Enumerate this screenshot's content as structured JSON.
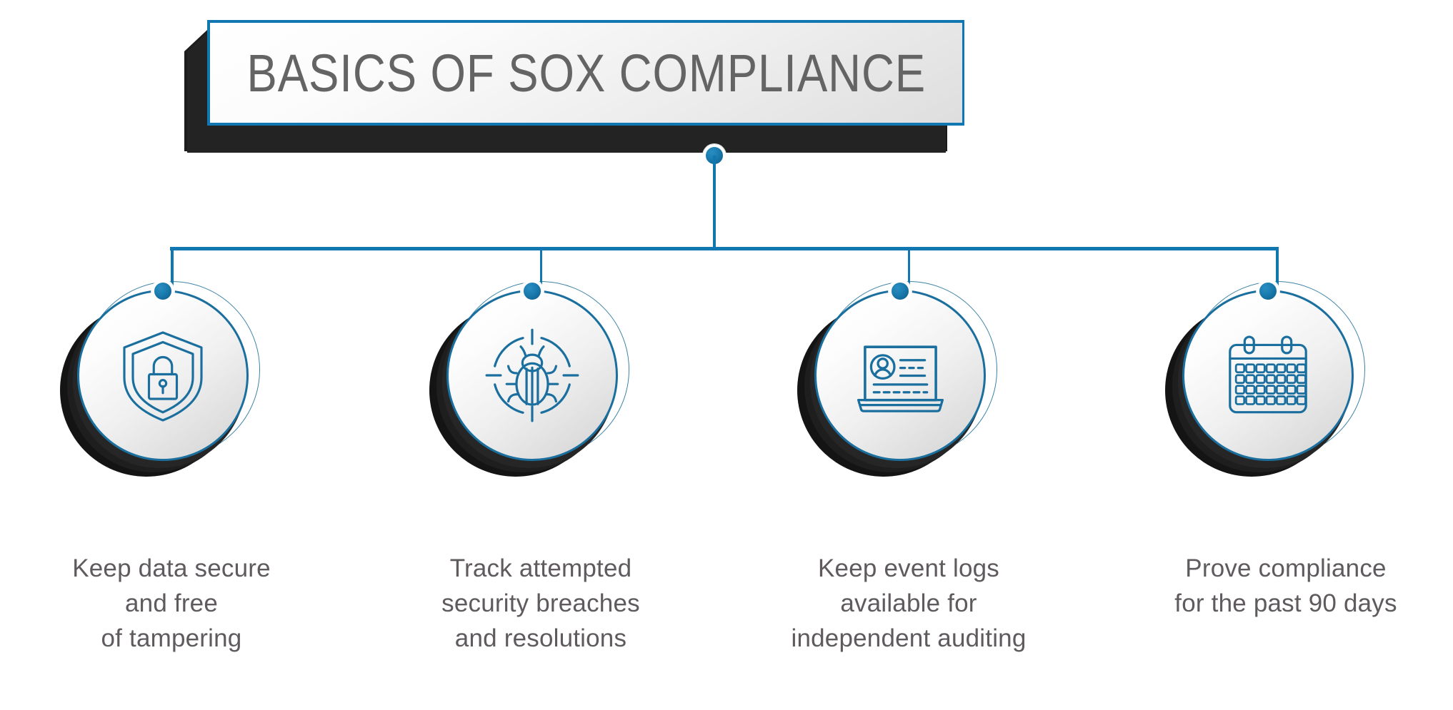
{
  "title": "BASICS OF SOX COMPLIANCE",
  "colors": {
    "accent_blue": "#1177b0",
    "icon_blue": "#1a6f9e",
    "title_text": "#646464",
    "caption_text": "#5f5a5e",
    "shadow_dark": "#1c1c1c",
    "background": "#ffffff"
  },
  "nodes": [
    {
      "icon": "shield-lock-icon",
      "caption_lines": [
        "Keep data secure",
        "and free",
        "of tampering"
      ]
    },
    {
      "icon": "bug-target-icon",
      "caption_lines": [
        "Track attempted",
        "security breaches",
        "and resolutions"
      ]
    },
    {
      "icon": "laptop-profile-icon",
      "caption_lines": [
        "Keep event logs",
        "available for",
        "independent auditing"
      ]
    },
    {
      "icon": "calendar-icon",
      "caption_lines": [
        "Prove compliance",
        "for the past 90 days"
      ]
    }
  ]
}
